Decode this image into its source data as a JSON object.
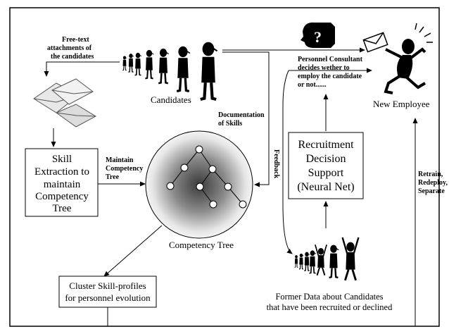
{
  "labels": {
    "free_text_line1": "Free-text",
    "free_text_line2": "attachments of",
    "free_text_line3": "the candidates",
    "candidates": "Candidates",
    "consultant_line1": "Personnel Consultant",
    "consultant_line2": "decides wether to",
    "consultant_line3": "employ the candidate",
    "consultant_line4": "or not......",
    "new_employee": "New Employee",
    "documentation_line1": "Documentation",
    "documentation_line2": "of Skills",
    "feedback": "Feedback",
    "skill_box_line1": "Skill",
    "skill_box_line2": "Extraction to",
    "skill_box_line3": "maintain",
    "skill_box_line4": "Competency",
    "skill_box_line5": "Tree",
    "maintain_line1": "Maintain",
    "maintain_line2": "Competency",
    "maintain_line3": "Tree",
    "competency_tree": "Competency Tree",
    "recruitment_line1": "Recruitment",
    "recruitment_line2": "Decision",
    "recruitment_line3": "Support",
    "recruitment_line4": "(Neural Net)",
    "retrain": "Retrain,",
    "redeploy": "Redeploy,",
    "separate": "Separate",
    "cluster_line1": "Cluster Skill-profiles",
    "cluster_line2": "for personnel evolution",
    "former_line1": "Former Data about Candidates",
    "former_line2": "that have been recruited or declined",
    "question_mark": "?"
  },
  "icons": {
    "envelope": "envelope-stack-icon",
    "candidates": "people-figures-icon",
    "consultant": "question-mark-head-icon",
    "new_employee": "jumping-person-with-letter-icon",
    "tree": "tree-graph-icon",
    "former": "people-figures-icon"
  }
}
